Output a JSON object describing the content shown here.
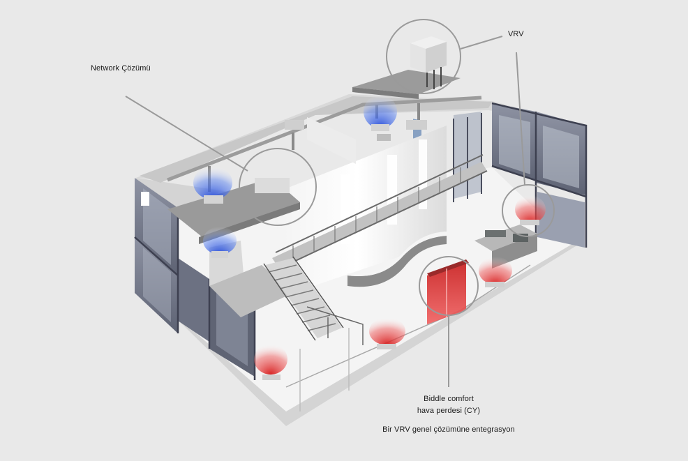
{
  "labels": {
    "network": "Network Çözümü",
    "vrv": "VRV",
    "biddle_line1": "Biddle comfort",
    "biddle_line2": "hava perdesi (CY)",
    "integration": "Bir VRV genel çözümüne entegrasyon"
  },
  "colors": {
    "background": "#e9e9e9",
    "cooling_airflow": "#2b58e0",
    "heating_airflow": "#e02a2a",
    "callout_line": "#9a9a9a",
    "frame": "#5e6272"
  }
}
